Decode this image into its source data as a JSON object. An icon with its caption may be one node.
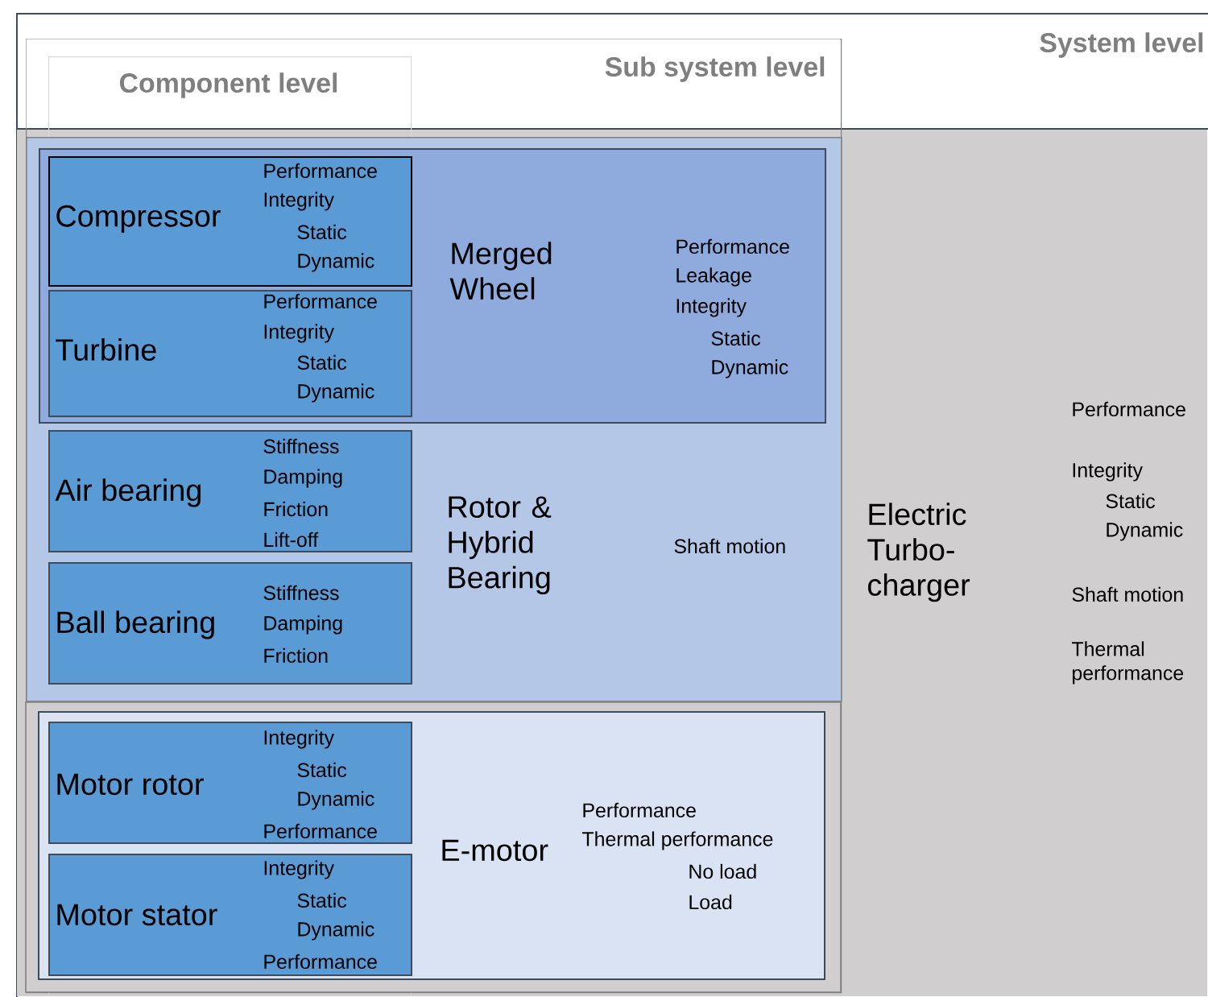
{
  "diagram": {
    "nodes": [
      {
        "text": [
          "System level",
          "Electric Turbo-charger",
          "Performance",
          "Integrity",
          "Static",
          "Dynamic",
          "Shaft motion",
          "Thermal performance"
        ]
      },
      {
        "text": [
          "Sub system level"
        ],
        "in": 0
      },
      {
        "text": [
          "Component level"
        ],
        "in": 1
      },
      {
        "text": [
          "Rotor & Hybrid Bearing",
          "Shaft motion"
        ],
        "in": 1
      },
      {
        "text": [
          "Merged Wheel",
          "Performance",
          "Leakage",
          "Integrity",
          "Static",
          "Dynamic"
        ],
        "in": 3
      },
      {
        "text": [
          "Compressor",
          "Performance",
          "Integrity",
          "Static",
          "Dynamic"
        ]
      },
      {
        "text": [
          "Turbine",
          "Performance",
          "Integrity",
          "Static",
          "Dynamic"
        ]
      },
      {
        "text": [
          "Air bearing",
          "Stiffness",
          "Damping",
          "Friction",
          "Lift-off"
        ]
      },
      {
        "text": [
          "Ball bearing",
          "Stiffness",
          "Damping",
          "Friction"
        ]
      },
      {
        "text": [
          "E-motor",
          "Performance",
          "Thermal performance",
          "No load",
          "Load"
        ],
        "in": 1
      },
      {
        "text": [
          "Motor rotor",
          "Integrity",
          "Static",
          "Dynamic",
          "Performance"
        ]
      },
      {
        "text": [
          "Motor stator",
          "Integrity",
          "Static",
          "Dynamic",
          "Performance"
        ]
      }
    ]
  }
}
